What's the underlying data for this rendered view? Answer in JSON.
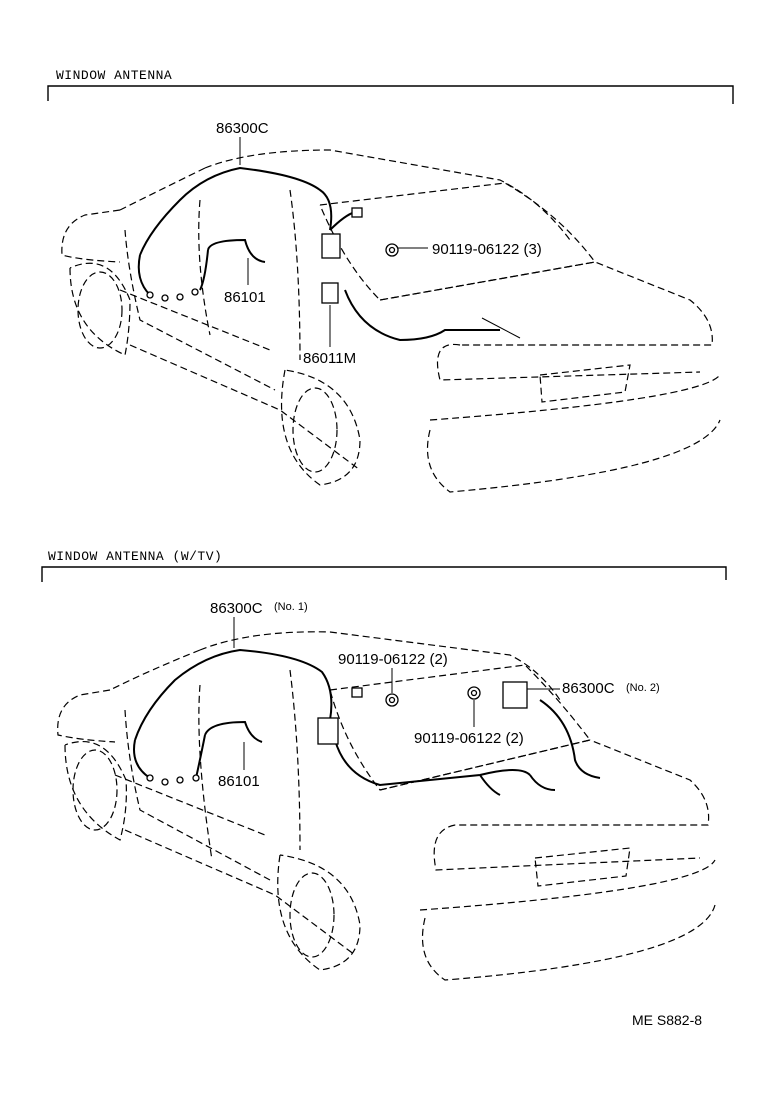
{
  "sections": [
    {
      "title": "WINDOW ANTENNA",
      "labels": {
        "antenna": "86300C",
        "cord": "86101",
        "amplifier": "86011M",
        "screw": "90119-06122 (3)"
      }
    },
    {
      "title": "WINDOW ANTENNA (W/TV)",
      "labels": {
        "antenna_no1": "86300C",
        "antenna_no1_note": "(No. 1)",
        "cord": "86101",
        "screw_upper": "90119-06122 (2)",
        "screw_lower": "90119-06122 (2)",
        "antenna_no2": "86300C",
        "antenna_no2_note": "(No. 2)"
      }
    }
  ],
  "footer": {
    "code": "ME S882-8"
  }
}
